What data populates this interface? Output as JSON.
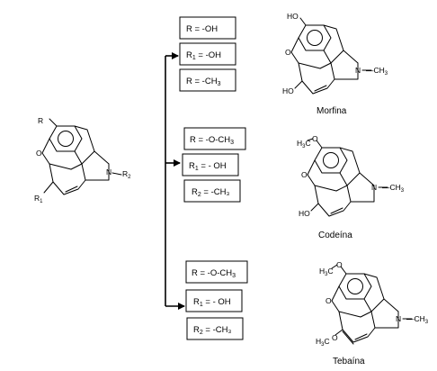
{
  "general_structure": {
    "labels": {
      "r": "R",
      "r1": "R",
      "r1_sub": "1",
      "r2": "R",
      "r2_sub": "2",
      "n": "N",
      "o": "O"
    }
  },
  "groups": [
    {
      "name": "Morfina",
      "boxes": [
        {
          "main": "R = -OH",
          "sub": "",
          "tail": ""
        },
        {
          "main": "R",
          "sub": "1",
          "tail": " = -OH"
        },
        {
          "main": "R = -CH",
          "sub": "3",
          "tail": ""
        }
      ],
      "atoms": {
        "top": "HO",
        "o": "O",
        "n": "N",
        "n_sub": "—CH",
        "n_sub_idx": "3",
        "bottom": "HO"
      }
    },
    {
      "name": "Codeína",
      "boxes": [
        {
          "main": "R = -O-CH",
          "sub": "3",
          "tail": ""
        },
        {
          "main": "R",
          "sub": "1",
          "tail": " = - OH"
        },
        {
          "main": "R",
          "sub": "2",
          "tail": " = -CH₃"
        }
      ],
      "atoms": {
        "top_a": "H",
        "top_b": "3",
        "top_c": "C",
        "o_top": "O",
        "o": "O",
        "n": "N",
        "n_sub": "—CH",
        "n_sub_idx": "3",
        "bottom": "HO"
      }
    },
    {
      "name": "Tebaína",
      "boxes": [
        {
          "main": "R = -O-CH",
          "sub": "3",
          "tail": ""
        },
        {
          "main": "R",
          "sub": "1",
          "tail": " = - OH"
        },
        {
          "main": "R",
          "sub": "2",
          "tail": " = -CH₃"
        }
      ],
      "atoms": {
        "top_a": "H",
        "top_b": "3",
        "top_c": "C",
        "o_top": "O",
        "o": "O",
        "n": "N",
        "n_sub": "—CH",
        "n_sub_idx": "3",
        "bot_a": "H",
        "bot_b": "3",
        "bot_c": "C",
        "o_bot": "O"
      }
    }
  ]
}
